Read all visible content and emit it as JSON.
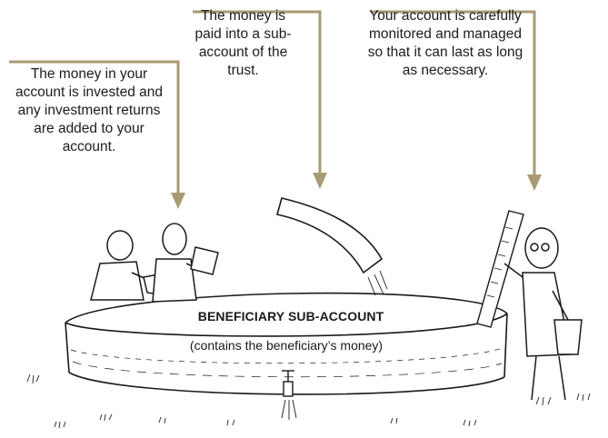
{
  "captions": {
    "left": "The money in your account is invested and any investment returns are added to your account.",
    "middle": "The money is paid into a sub-account of the trust.",
    "right": "Your account is carefully monitored and managed so that it can last as long as necessary."
  },
  "tank": {
    "label": "BENEFICIARY SUB-ACCOUNT",
    "sublabel": "(contains the beneficiary’s money)"
  },
  "colors": {
    "connector": "#a89a72",
    "ink": "#1a1a1a",
    "background": "#ffffff"
  }
}
